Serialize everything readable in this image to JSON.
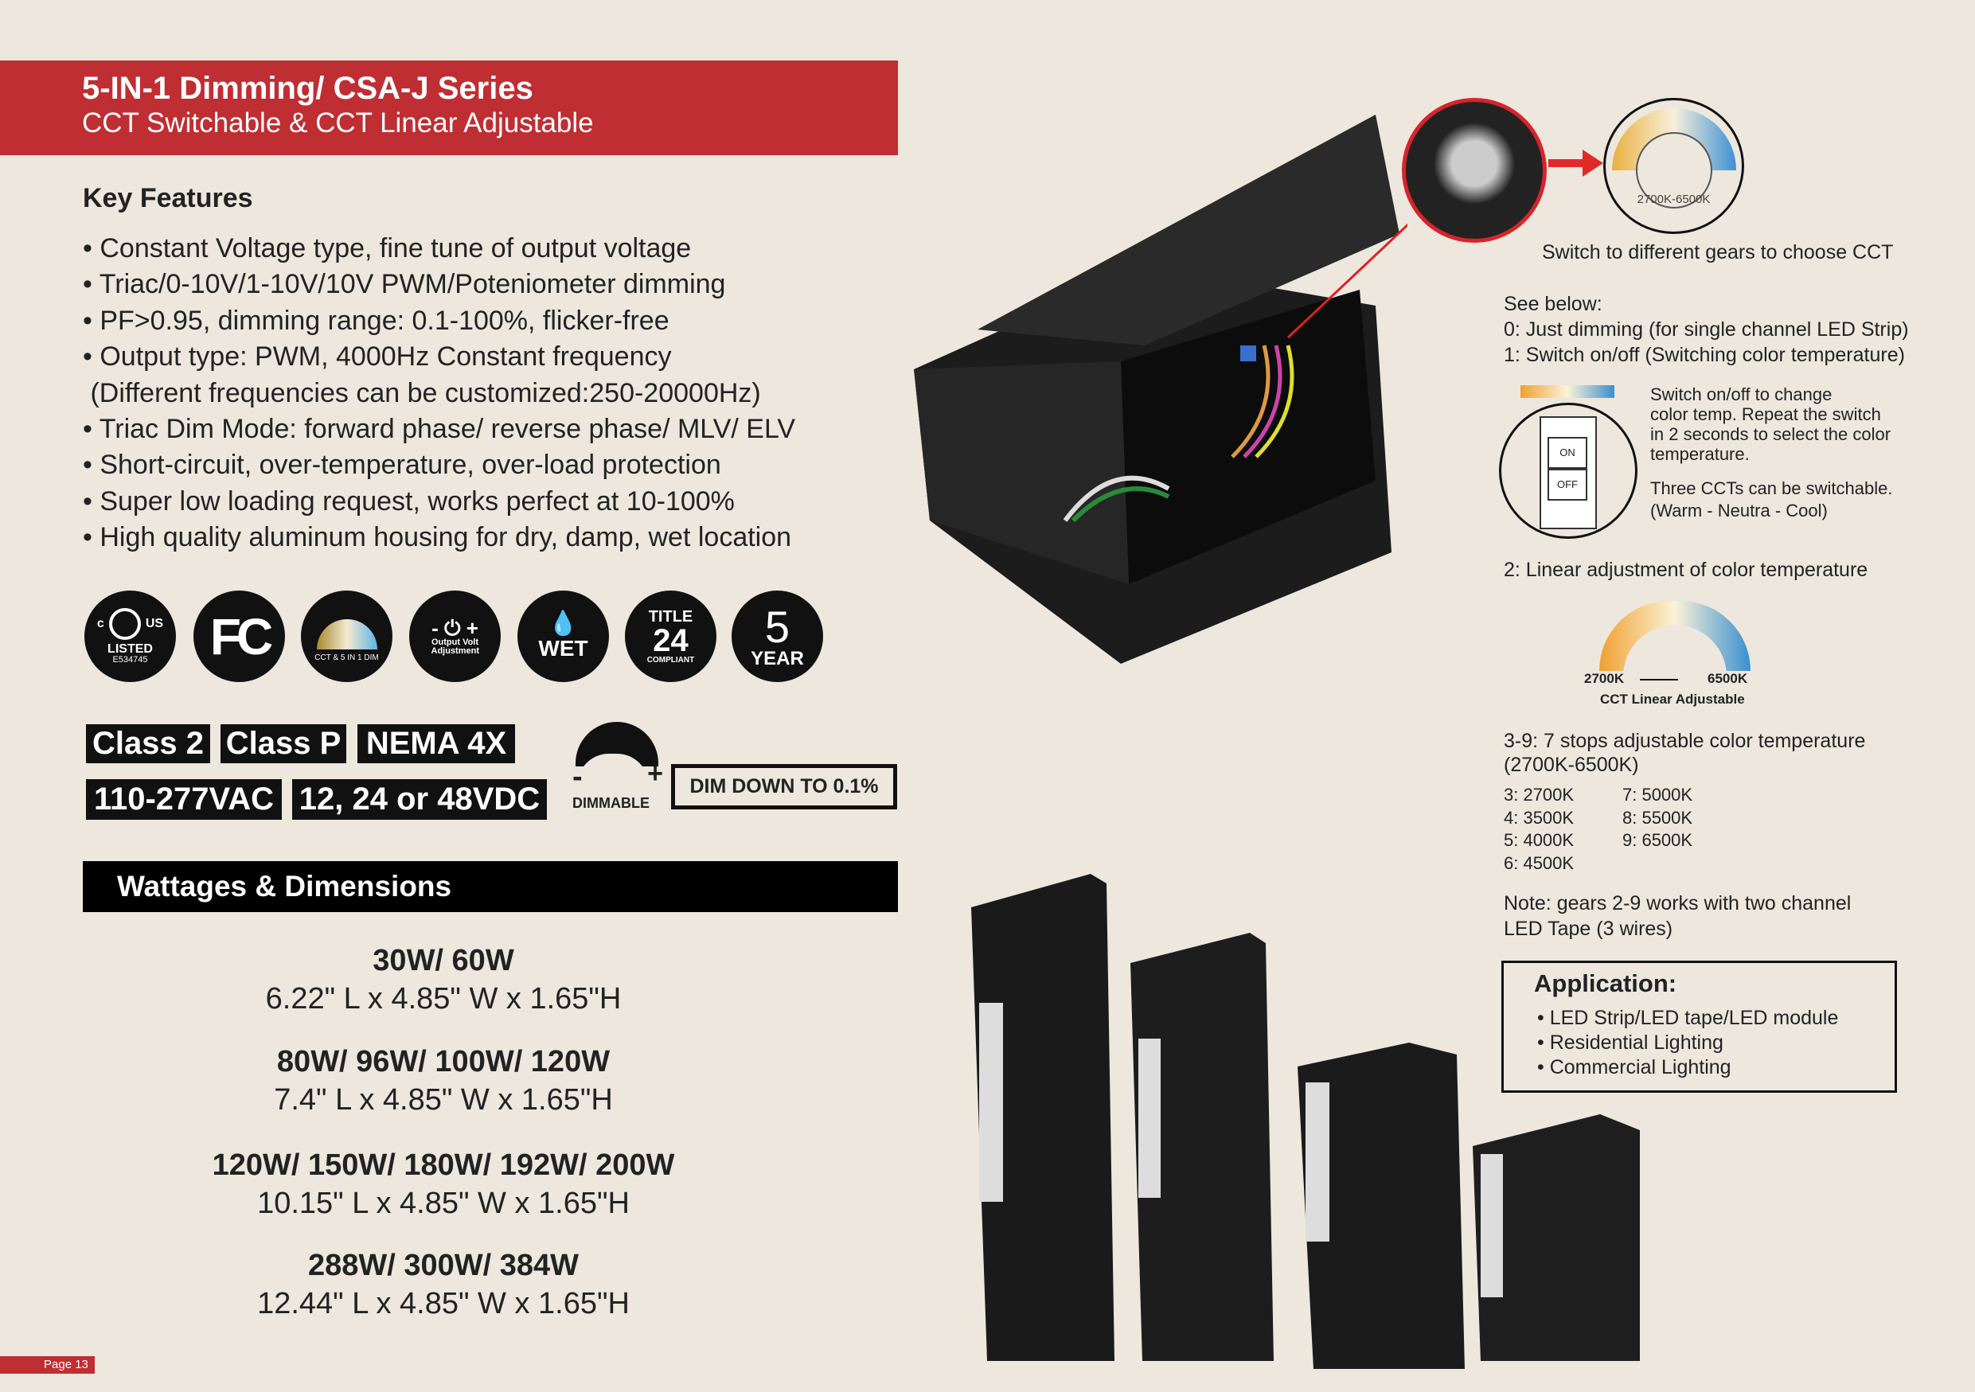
{
  "header": {
    "title": "5-IN-1 Dimming/ CSA-J Series",
    "subtitle": "CCT Switchable & CCT Linear Adjustable"
  },
  "key_features": {
    "heading": "Key Features",
    "items": [
      "• Constant Voltage type, fine tune of output voltage",
      "• Triac/0-10V/1-10V/10V PWM/Poteniometer dimming",
      "• PF>0.95, dimming range: 0.1-100%, flicker-free",
      "• Output type: PWM, 4000Hz Constant frequency",
      " (Different frequencies can be customized:250-20000Hz)",
      "• Triac Dim Mode: forward phase/ reverse phase/ MLV/ ELV",
      "• Short-circuit, over-temperature, over-load protection",
      "• Super low loading request, works perfect at 10-100%",
      "• High quality aluminum housing for dry, damp, wet location"
    ]
  },
  "badges": {
    "ul": {
      "c": "c",
      "us": "US",
      "listed": "LISTED",
      "num": "E534745"
    },
    "fcc": "FC",
    "cct": "CCT & 5 IN 1 DIM",
    "volt": {
      "sym": "- ⏻ +",
      "label": "Output Volt Adjustment"
    },
    "wet": "WET",
    "title24": {
      "top": "TITLE",
      "num": "24",
      "bottom": "COMPLIANT"
    },
    "warranty": {
      "num": "5",
      "label": "YEAR"
    }
  },
  "tags": [
    "Class 2",
    "Class P",
    "NEMA 4X",
    "110-277VAC",
    "12, 24 or 48VDC"
  ],
  "dimmable": {
    "minus": "-",
    "plus": "+",
    "label": "DIMMABLE",
    "dim_down": "DIM DOWN TO 0.1%"
  },
  "wattages": {
    "heading": "Wattages & Dimensions",
    "groups": [
      {
        "watts": "30W/ 60W",
        "dims": "6.22\" L x 4.85\" W x 1.65\"H"
      },
      {
        "watts": "80W/ 96W/ 100W/ 120W",
        "dims": "7.4\" L x 4.85\" W x 1.65\"H"
      },
      {
        "watts": "120W/ 150W/ 180W/ 192W/ 200W",
        "dims": "10.15\" L x 4.85\" W x 1.65\"H"
      },
      {
        "watts": "288W/ 300W/ 384W",
        "dims": "12.44\" L x 4.85\" W x 1.65\"H"
      }
    ]
  },
  "page": "Page 13",
  "cct": {
    "dial_range": "2700K-6500K",
    "switch_caption": "Switch to different gears to choose CCT",
    "see_below": "See below:",
    "mode0": "0: Just dimming (for single channel LED Strip)",
    "mode1": "1: Switch on/off (Switching color temperature)",
    "switch_on": "ON",
    "switch_off": "OFF",
    "switch_text": [
      "Switch on/off to change",
      "color temp. Repeat the switch",
      "in 2 seconds to select the color",
      "temperature."
    ],
    "three": [
      "Three CCTs can be switchable.",
      "(Warm - Neutra - Cool)"
    ],
    "mode2": "2: Linear adjustment of color temperature",
    "linear_low": "2700K",
    "linear_high": "6500K",
    "linear_label": "CCT Linear Adjustable",
    "mode39": [
      "3-9: 7 stops adjustable color temperature",
      "(2700K-6500K)"
    ],
    "stops_col1": [
      "3: 2700K",
      "4: 3500K",
      "5: 4000K",
      "6: 4500K"
    ],
    "stops_col2": [
      "7: 5000K",
      "8: 5500K",
      "9: 6500K"
    ],
    "note": [
      "Note: gears 2-9 works with two channel",
      "LED Tape (3 wires)"
    ]
  },
  "application": {
    "heading": "Application:",
    "items": [
      "• LED Strip/LED tape/LED module",
      "• Residential Lighting",
      "• Commercial Lighting"
    ]
  },
  "colors": {
    "brand_red": "#bf2e33",
    "background": "#ede7de",
    "warm": "#f0a830",
    "cool": "#3a8fd0"
  }
}
